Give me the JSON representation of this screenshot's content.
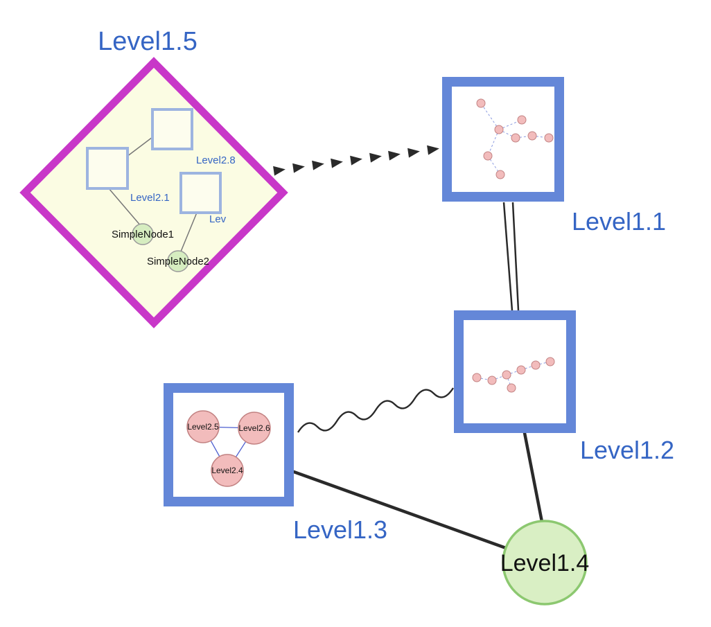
{
  "colors": {
    "label_blue": "#3565c4",
    "label_black": "#111111",
    "magenta": "#c837c8",
    "diamond_fill": "#fbfce3",
    "box_border": "#6487d8",
    "box_fill": "#ffffff",
    "inner_square_border": "#9db4e0",
    "inner_square_fill": "#fdfdee",
    "simple_node_fill": "#d6edc0",
    "simple_node_border": "#999999",
    "green_fill": "#d9efc4",
    "green_border": "#8cc870",
    "pink_fill": "#f2bcbc",
    "pink_border": "#c28282",
    "mini_edge_blue": "#8a9ae0",
    "tri_edge_blue": "#4d5fd0",
    "inner_edge_gray": "#777777",
    "edge_dark": "#2a2a2a"
  },
  "diagram": {
    "diamond_group": {
      "label": "Level1.5",
      "inner_labels": {
        "top_square": "Level2.8",
        "left_square": "Level2.1",
        "right_square": "Lev"
      },
      "simple_nodes": [
        "SimpleNode1",
        "SimpleNode2"
      ]
    },
    "box_nodes": [
      {
        "label": "Level1.1"
      },
      {
        "label": "Level1.2"
      },
      {
        "label": "Level1.3",
        "inner_nodes": [
          "Level2.5",
          "Level2.6",
          "Level2.4"
        ]
      }
    ],
    "circle_node": {
      "label": "Level1.4"
    }
  }
}
